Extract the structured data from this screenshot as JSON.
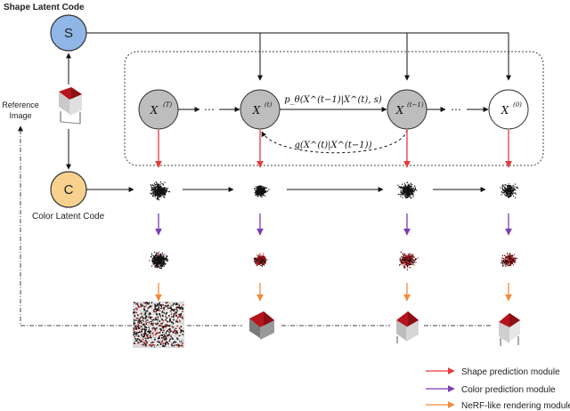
{
  "shape_code": {
    "letter": "S",
    "caption": "Shape Latent Code"
  },
  "color_code": {
    "letter": "C",
    "caption": "Color Latent Code"
  },
  "reference": {
    "line1": "Reference",
    "line2": "Image"
  },
  "states": [
    {
      "main": "X",
      "sup": "(T)"
    },
    {
      "main": "X",
      "sup": "(t)"
    },
    {
      "main": "X",
      "sup": "(t−1)"
    },
    {
      "main": "X",
      "sup": "(0)"
    }
  ],
  "ellipsis": "⋯",
  "forward_label": "p_θ(X^(t−1)|X^(t), s)",
  "reverse_label": "q(X^(t)|X^(t−1))",
  "legend": [
    {
      "label": "Shape prediction module",
      "color": "#e53b3b"
    },
    {
      "label": "Color prediction module",
      "color": "#7b3fb0"
    },
    {
      "label": "NeRF-like rendering module",
      "color": "#f08a3c"
    }
  ],
  "colors": {
    "shape_node": "#8fb6e6",
    "color_node": "#f6d28e",
    "state_gray": "#bdbdbd",
    "chair_red": "#b5141c"
  }
}
